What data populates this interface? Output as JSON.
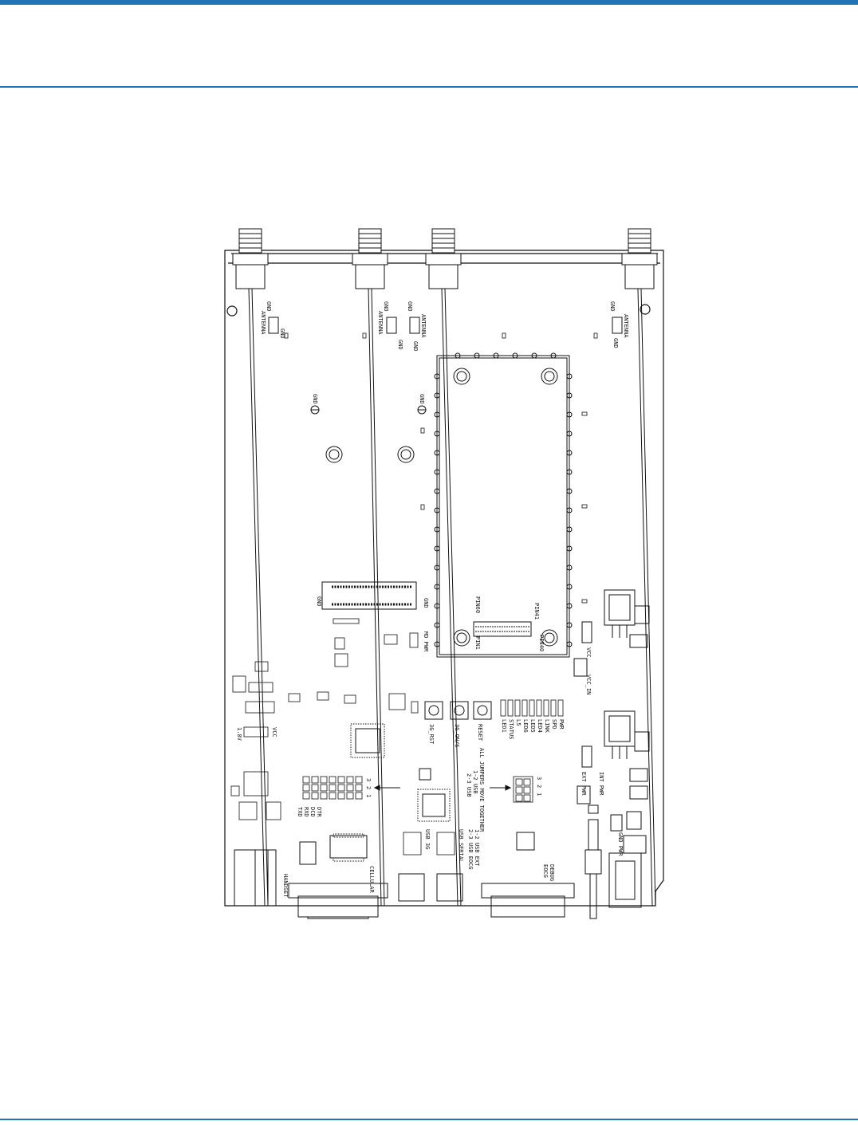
{
  "colors": {
    "rule": "#1f73b7",
    "ink": "#111111",
    "paper": "#ffffff"
  },
  "labels": {
    "gnd": "GND",
    "antenna": "ANTENNA",
    "handset": "HANDSET",
    "cellular": "CELLULAR",
    "usb_3g": "USB 3G",
    "usb_serial": "USB SERIAL",
    "debug": "DEBUG",
    "eoc": "EOCG",
    "pin1": "PIN1",
    "pin60": "PIN60",
    "pin41": "PIN41",
    "pin40": "PIN40",
    "md_pwr": "MD PWR",
    "vcc": "VCC",
    "vcc_in": "VCC_IN",
    "v18": "1.8V",
    "rst_3g": "3G_RST",
    "on_3g": "3G_ON/S",
    "reset": "RESET",
    "all_jumpers": "ALL JUMPERS MOVE TOGETHER",
    "j12_usb": "1-2 USB",
    "j23_usb": "2-3 USB",
    "j12_usb_ext": "1-2 USB EXT",
    "j23_usb_eocg": "2-3 USB EOCG",
    "int_pwr": "INT PWR",
    "ext_pwr": "EXT PWR",
    "gnd_pwr": "GND PWR",
    "led_labels": [
      "PWR",
      "SPD",
      "LINK",
      "LED4",
      "LED5",
      "LED6",
      "L5",
      "STATUS",
      "LED1"
    ],
    "serial_signals": [
      "DTR",
      "DCD",
      "RXD",
      "TXD"
    ],
    "jumper_nums": [
      "3",
      "2",
      "1"
    ]
  }
}
